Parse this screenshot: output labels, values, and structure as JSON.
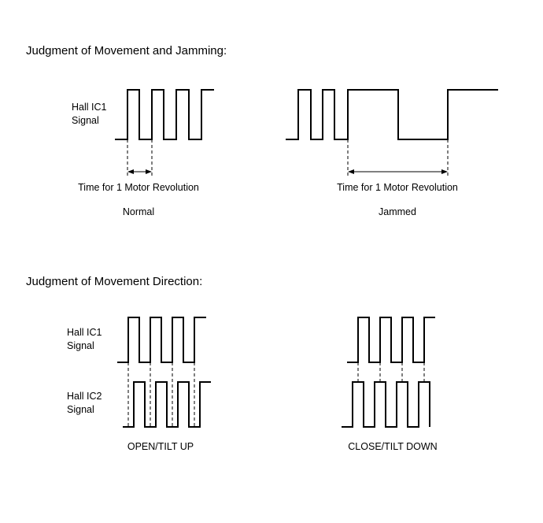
{
  "section1": {
    "heading": "Judgment of Movement and Jamming:",
    "signal_label_line1": "Hall IC1",
    "signal_label_line2": "Signal",
    "normal": {
      "interval_label": "Time for 1 Motor Revolution",
      "caption": "Normal"
    },
    "jammed": {
      "interval_label": "Time for 1 Motor Revolution",
      "caption": "Jammed"
    }
  },
  "section2": {
    "heading": "Judgment of Movement Direction:",
    "ic1_label_line1": "Hall IC1",
    "ic1_label_line2": "Signal",
    "ic2_label_line1": "Hall IC2",
    "ic2_label_line2": "Signal",
    "open_caption": "OPEN/TILT UP",
    "close_caption": "CLOSE/TILT DOWN"
  },
  "colors": {
    "line": "#000000",
    "background": "#ffffff"
  }
}
